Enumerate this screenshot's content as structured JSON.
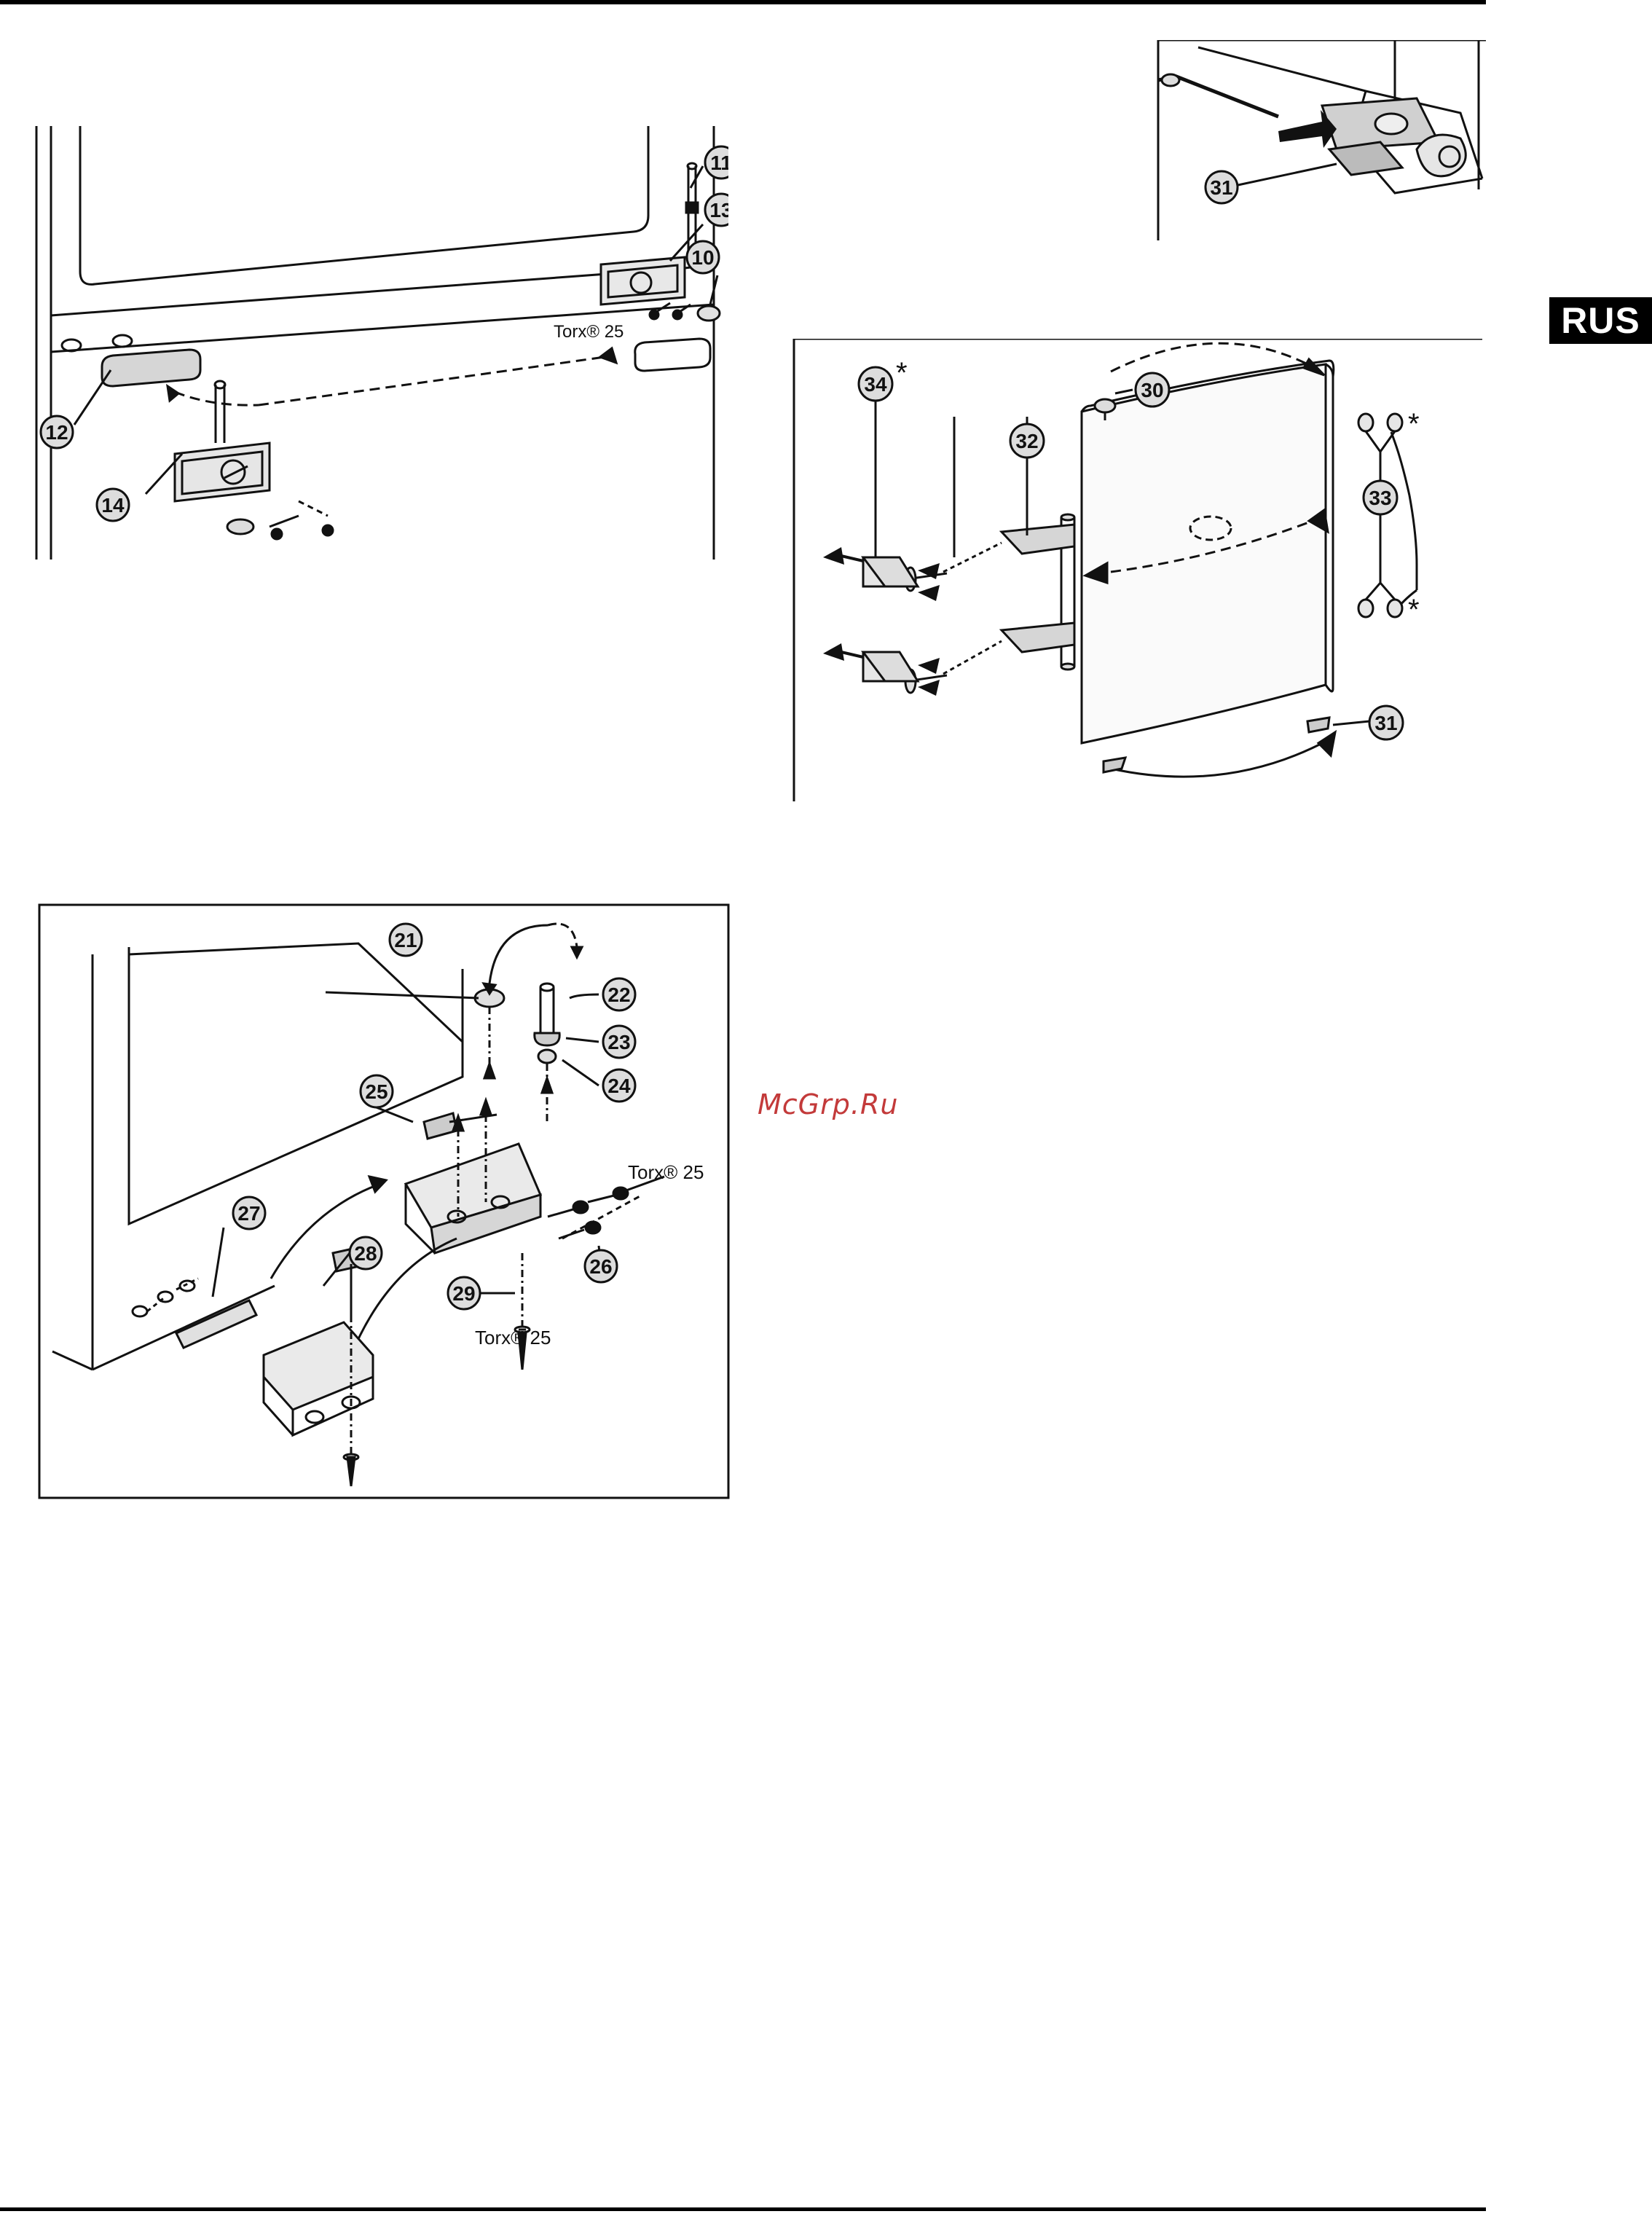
{
  "lang_tab": "RUS",
  "watermark": "McGrp.Ru",
  "colors": {
    "ink": "#111111",
    "tab_bg": "#000000",
    "tab_fg": "#ffffff",
    "watermark": "#c33a3a",
    "part_fill": "#d9d9d9"
  },
  "fig1": {
    "labels": {
      "n11": "11",
      "n13": "13",
      "n10": "10",
      "n12": "12",
      "n14": "14"
    },
    "torx": "Torx® 25"
  },
  "fig2": {
    "labels": {
      "n31": "31"
    }
  },
  "fig3": {
    "labels": {
      "n34": "34",
      "n30": "30",
      "n32": "32",
      "n33": "33",
      "n31": "31",
      "star": "*"
    }
  },
  "fig4": {
    "labels": {
      "n21": "21",
      "n22": "22",
      "n23": "23",
      "n24": "24",
      "n25": "25",
      "n26": "26",
      "n27": "27",
      "n28": "28",
      "n29": "29"
    },
    "torx_a": "Torx® 25",
    "torx_b": "Torx® 25"
  }
}
